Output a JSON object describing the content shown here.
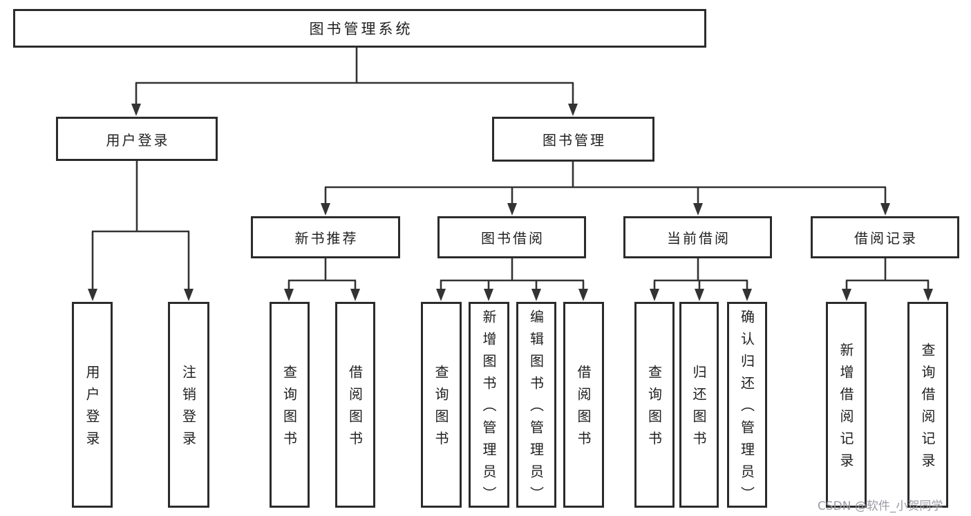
{
  "nodes": {
    "root": "图书管理系统",
    "user_login": "用户登录",
    "book_mgmt": "图书管理",
    "new_book": "新书推荐",
    "book_borrow": "图书借阅",
    "current_borrow": "当前借阅",
    "borrow_records": "借阅记录"
  },
  "leaves": {
    "user_login": [
      "用户登录",
      "注销登录"
    ],
    "new_book": [
      "查询图书",
      "借阅图书"
    ],
    "book_borrow": [
      "查询图书",
      "新增图书（管理员）",
      "编辑图书（管理员）",
      "借阅图书"
    ],
    "current_borrow": [
      "查询图书",
      "归还图书",
      "确认归还（管理员）"
    ],
    "borrow_records": [
      "新增借阅记录",
      "查询借阅记录"
    ]
  },
  "watermark": "CSDN @软件_小贺同学",
  "colors": {
    "line": "#333333",
    "box_border": "#2b2b2b",
    "text": "#1f1f1f",
    "watermark": "#9a9aa2",
    "background": "#ffffff"
  }
}
